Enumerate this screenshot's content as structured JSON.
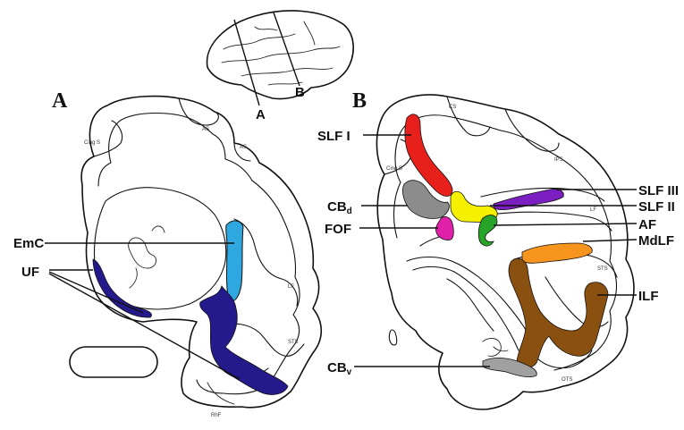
{
  "panels": {
    "a": "A",
    "b": "B"
  },
  "inset": {
    "slice_a": "A",
    "slice_b": "B"
  },
  "panel_a": {
    "labels": {
      "emc": "EmC",
      "uf": "UF"
    },
    "sulci": {
      "as1": "AS",
      "as2": "AS",
      "cing": "Cing S",
      "lf": "LF",
      "sts": "STS",
      "rhf": "RhF"
    }
  },
  "panel_b": {
    "labels": {
      "slf1": "SLF I",
      "cbd_main": "CB",
      "cbd_sub": "d",
      "fof": "FOF",
      "slf3": "SLF III",
      "slf2": "SLF II",
      "af": "AF",
      "mdlf": "MdLF",
      "ilf": "ILF",
      "cbv_main": "CB",
      "cbv_sub": "v"
    },
    "sulci": {
      "cs": "CS",
      "ips": "IPS",
      "cing": "Cing S",
      "lf": "LF",
      "sts": "STS",
      "ots": "OTS"
    }
  },
  "colors": {
    "slf1": "#e8201c",
    "slf2": "#f5f000",
    "slf3": "#7b1fc0",
    "af": "#27a327",
    "fof": "#e020a8",
    "cbd": "#8c8c8c",
    "cbv": "#a0a0a0",
    "mdlf": "#f7941d",
    "ilf": "#8a5010",
    "emc": "#2fa8e0",
    "uf": "#241a8c"
  }
}
